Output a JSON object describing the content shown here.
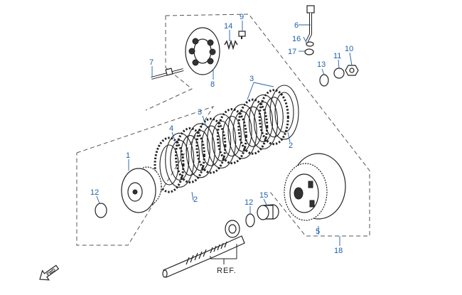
{
  "callouts": {
    "c1": "1",
    "c2a": "2",
    "c2b": "2",
    "c3a": "3",
    "c3b": "3",
    "c4": "4",
    "c5": "5",
    "c6": "6",
    "c7": "7",
    "c8": "8",
    "c9": "9",
    "c10": "10",
    "c11": "11",
    "c12a": "12",
    "c12b": "12",
    "c13": "13",
    "c14": "14",
    "c15": "15",
    "c16": "16",
    "c17": "17",
    "c18": "18"
  },
  "ref_label": "REF.",
  "fwd_label": "FWD",
  "colors": {
    "callout": "#1f5fa8",
    "line": "#222222"
  }
}
